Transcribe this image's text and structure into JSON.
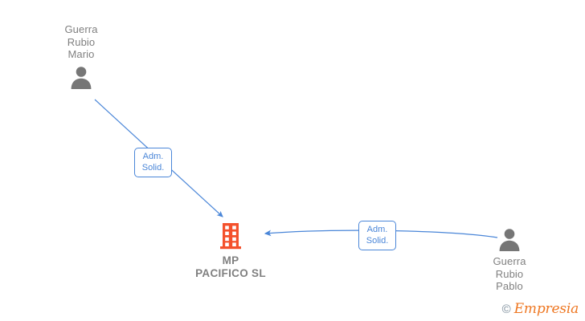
{
  "diagram": {
    "type": "org-relationship-graph",
    "background_color": "#ffffff",
    "nodes": [
      {
        "id": "person-guerra-rubio-mario",
        "kind": "person",
        "label": "Guerra\nRubio\nMario",
        "icon": "person-icon",
        "color": "#808080"
      },
      {
        "id": "company-mp-pacifico-sl",
        "kind": "company",
        "label": "MP\nPACIFICO  SL",
        "icon": "building-icon",
        "color": "#f4512c"
      },
      {
        "id": "person-guerra-rubio-pablo",
        "kind": "person",
        "label": "Guerra\nRubio\nPablo",
        "icon": "person-icon",
        "color": "#808080"
      }
    ],
    "edges": [
      {
        "id": "edge-mario-to-company",
        "from": "person-guerra-rubio-mario",
        "to": "company-mp-pacifico-sl",
        "label": "Adm.\nSolid.",
        "color": "#4a86d8"
      },
      {
        "id": "edge-pablo-to-company",
        "from": "person-guerra-rubio-pablo",
        "to": "company-mp-pacifico-sl",
        "label": "Adm.\nSolid.",
        "color": "#4a86d8"
      }
    ]
  },
  "watermark": {
    "copyright": "©",
    "brand": "Empresia",
    "brand_color": "#ee7722",
    "copyright_color": "#7a8b99"
  }
}
